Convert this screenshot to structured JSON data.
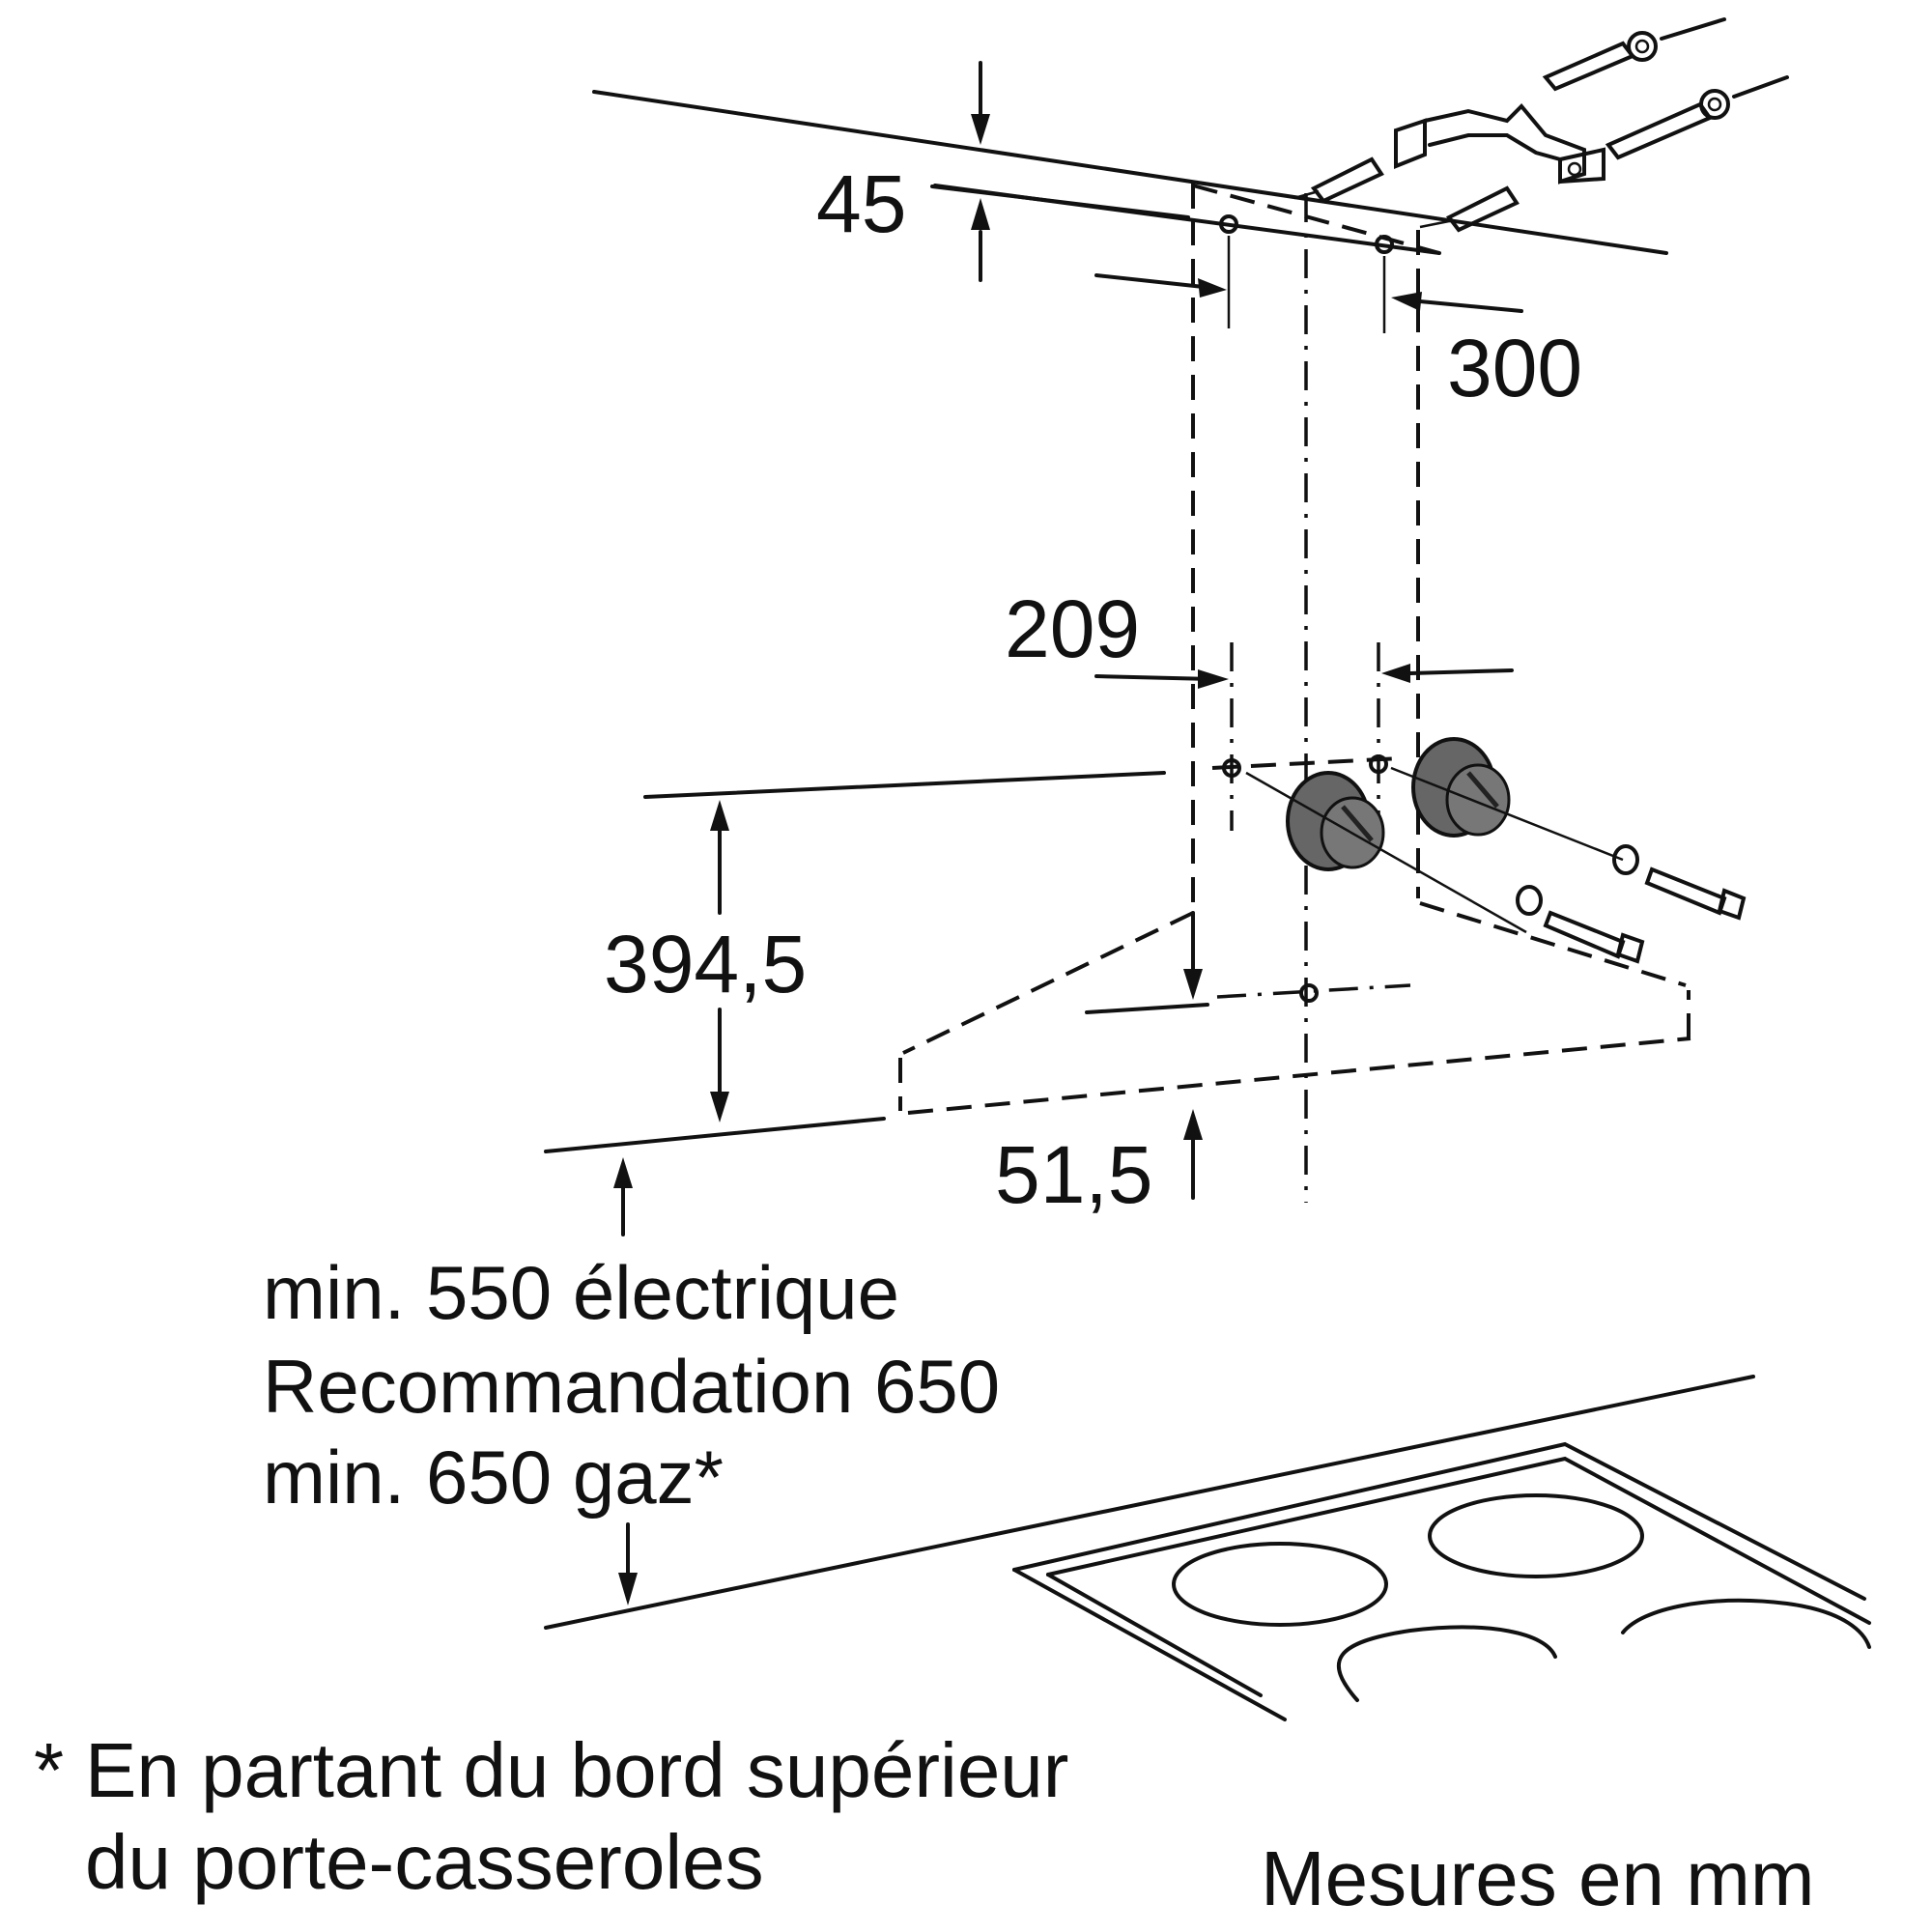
{
  "dimensions": {
    "d45": "45",
    "d300": "300",
    "d209": "209",
    "d394_5": "394,5",
    "d51_5": "51,5"
  },
  "clearance": {
    "line1": "min. 550 électrique",
    "line2": "Recommandation 650",
    "line3": "min. 650 gaz*"
  },
  "footnote": {
    "marker": "*",
    "line1": "En partant du bord supérieur",
    "line2": "du porte-casseroles"
  },
  "units": "Mesures en mm"
}
